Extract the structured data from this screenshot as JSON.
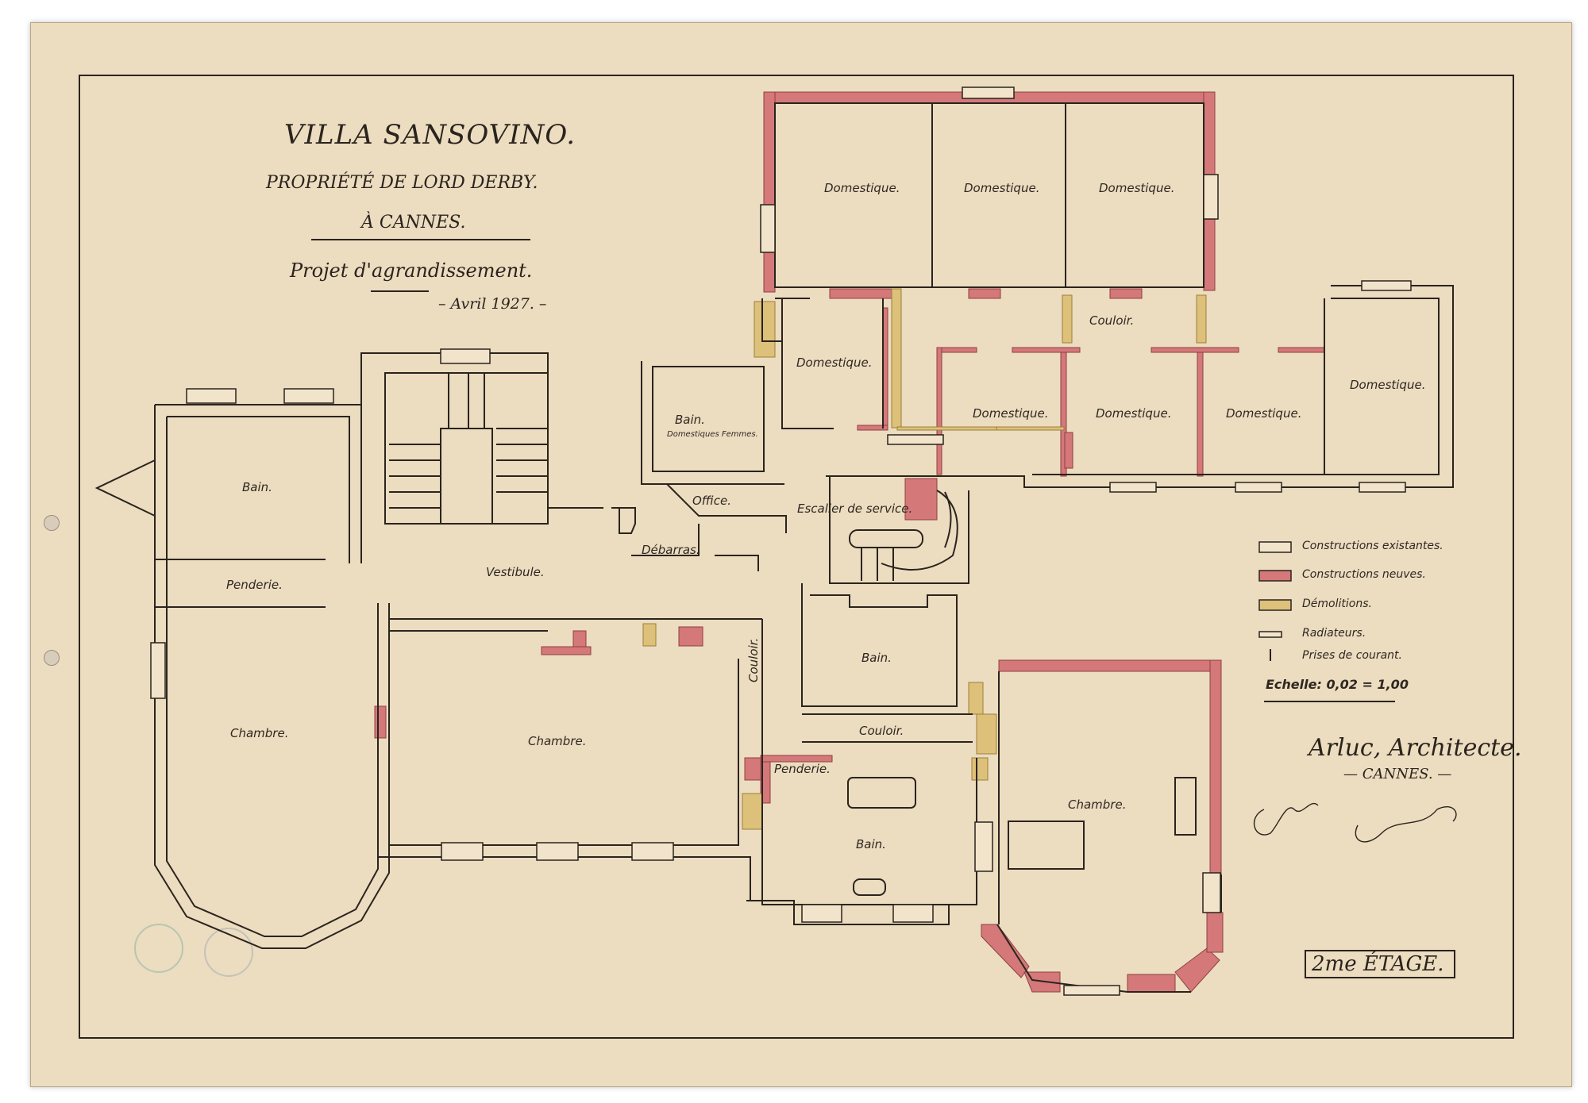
{
  "title": {
    "villa": "VILLA SANSOVINO.",
    "owner": "PROPRIÉTÉ DE LORD DERBY.",
    "city": "À CANNES.",
    "project": "Projet d'agrandissement.",
    "date": "– Avril 1927. –"
  },
  "rooms": {
    "domestique": "Domestique.",
    "bain": "Bain.",
    "bain_femmes_sub": "Domestiques Femmes.",
    "office": "Office.",
    "escalier": "Escalier de service.",
    "debarras": "Débarras.",
    "vestibule": "Vestibule.",
    "penderie": "Penderie.",
    "chambre": "Chambre.",
    "couloir": "Couloir."
  },
  "legend": {
    "items": [
      {
        "label": "Constructions existantes.",
        "color": "#f1e4cb"
      },
      {
        "label": "Constructions neuves.",
        "color": "#d4787a"
      },
      {
        "label": "Démolitions.",
        "color": "#ddc07a"
      },
      {
        "label": "Radiateurs.",
        "color": "#f1e4cb"
      },
      {
        "label": "Prises de courant.",
        "color": "#2a241d"
      }
    ],
    "scale": "Echelle: 0,02 = 1,00"
  },
  "architect": {
    "name": "Arluc, Architecte.",
    "city": "— CANNES. —"
  },
  "floor": "2me ÉTAGE."
}
